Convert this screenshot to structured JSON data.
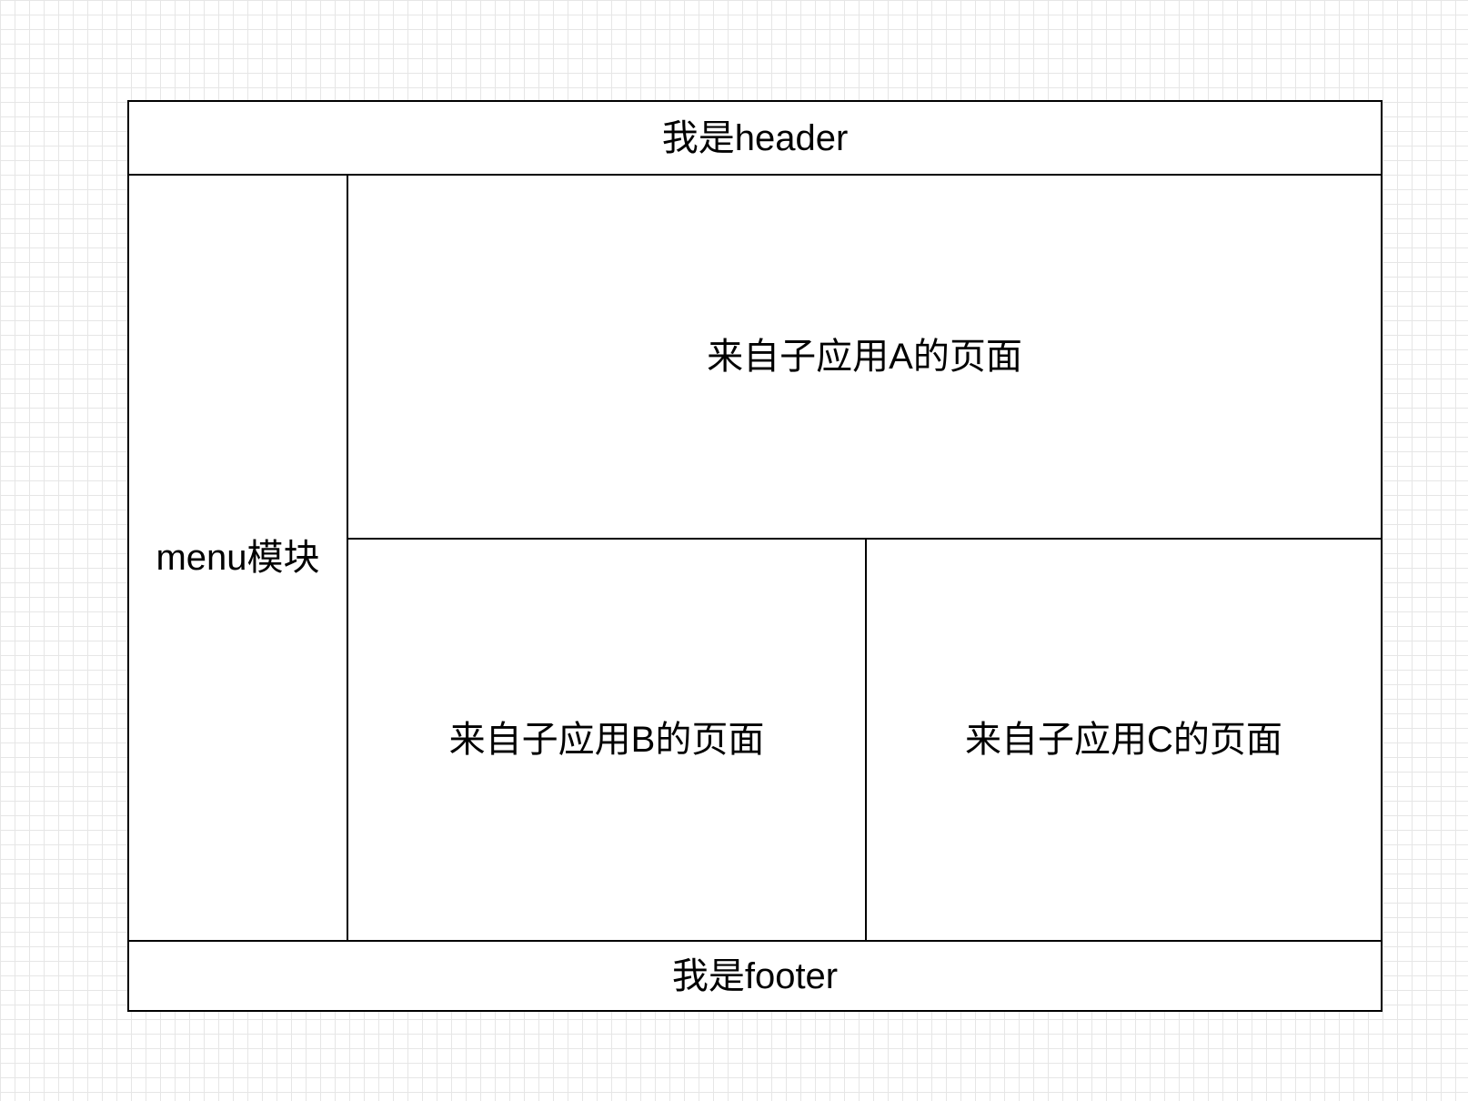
{
  "diagram": {
    "header": {
      "label": "我是header"
    },
    "menu": {
      "label": "menu模块"
    },
    "sub_apps": [
      {
        "label": "来自子应用A的页面"
      },
      {
        "label": "来自子应用B的页面"
      },
      {
        "label": "来自子应用C的页面"
      }
    ],
    "footer": {
      "label": "我是footer"
    },
    "colors": {
      "border": "#000000",
      "background": "#ffffff",
      "grid": "#e6e6e6"
    }
  }
}
